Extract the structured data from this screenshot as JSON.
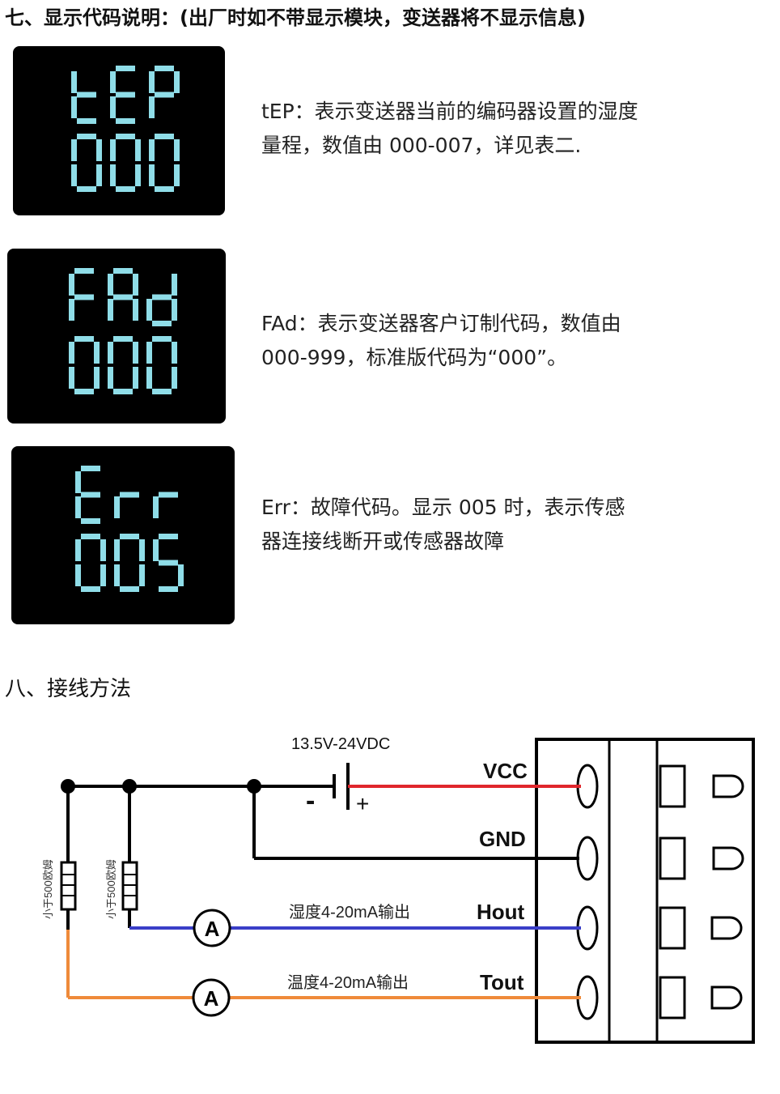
{
  "section7": {
    "title": "七、显示代码说明：(出厂时如不带显示模块，变送器将不显示信息)",
    "codes": [
      {
        "line1": "tEP",
        "line2": "000",
        "line1_code": "tEP",
        "line2_code": "000",
        "text": "tEP：表示变送器当前的编码器设置的湿度量程，数值由 000-007，详见表二."
      },
      {
        "line1": "FAd",
        "line2": "000",
        "line1_code": "FAd",
        "line2_code": "000",
        "text": "FAd：表示变送器客户订制代码，数值由 000-999，标准版代码为“000”。"
      },
      {
        "line1": "Err",
        "line2": "005",
        "line1_code": "Err",
        "line2_code": "005",
        "text": "Err：故障代码。显示 005 时，表示传感器连接线断开或传感器故障"
      }
    ]
  },
  "section8": {
    "title": "八、接线方法",
    "supply_label": "13.5V-24VDC",
    "minus": "-",
    "plus": "+",
    "terminals": [
      "VCC",
      "GND",
      "Hout",
      "Tout"
    ],
    "resistor_label": "小于500欧姆",
    "output_label": "湿度4-20mA输出",
    "output_label_2": "温度4-20mA输出",
    "meter_symbol": "A",
    "colors": {
      "vcc": "#e0262c",
      "hout": "#3a3ec8",
      "tout": "#ef8a3a",
      "lcd": "#8fdde8"
    }
  }
}
